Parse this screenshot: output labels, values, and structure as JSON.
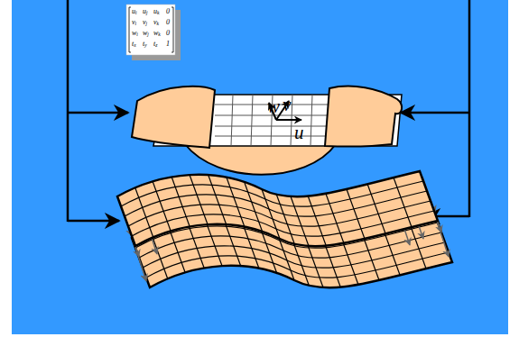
{
  "diagram": {
    "labels": [
      "ui",
      "uj",
      "uk",
      "0",
      "vi",
      "vj",
      "vk",
      "0",
      "wi",
      "wj",
      "wk",
      "0",
      "tx",
      "ty",
      "tz",
      "1",
      "w",
      "v",
      "u"
    ]
  }
}
